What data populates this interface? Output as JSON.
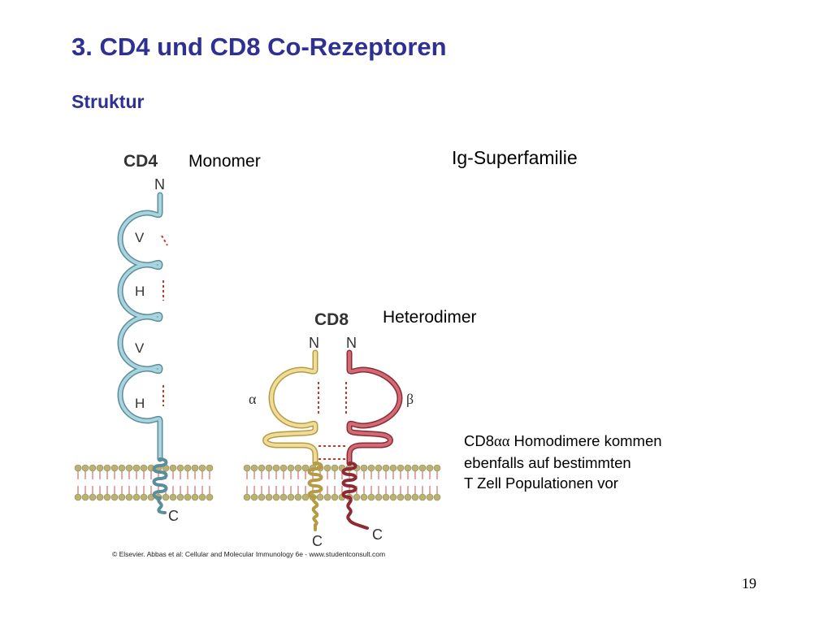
{
  "slide": {
    "title": "3. CD4 und CD8 Co-Rezeptoren",
    "subtitle": "Struktur",
    "page_number": "19"
  },
  "labels": {
    "monomer": "Monomer",
    "ig_superfamily": "Ig-Superfamilie",
    "heterodimer": "Heterodimer"
  },
  "note": {
    "prefix": "CD8",
    "greek": "αα",
    "line1_rest": " Homodimere kommen",
    "line2": "ebenfalls auf bestimmten",
    "line3": "T Zell Populationen vor"
  },
  "figure": {
    "cd4_label": "CD4",
    "cd4_n": "N",
    "cd4_c": "C",
    "cd4_domains": [
      "V",
      "H",
      "V",
      "H"
    ],
    "cd8_label": "CD8",
    "cd8_alpha_n": "N",
    "cd8_beta_n": "N",
    "alpha": "α",
    "beta": "β",
    "cd8_alpha_c": "C",
    "cd8_beta_c": "C",
    "credit": "© Elsevier. Abbas et al: Cellular and Molecular Immunology 6e - www.studentconsult.com",
    "colors": {
      "cd4": "#6fa8b8",
      "cd8_alpha": "#e0c878",
      "cd8_beta": "#c0505a",
      "membrane_head": "#b9b274",
      "membrane_tail": "#e6a8a6",
      "disulfide": "#c0392b"
    }
  }
}
